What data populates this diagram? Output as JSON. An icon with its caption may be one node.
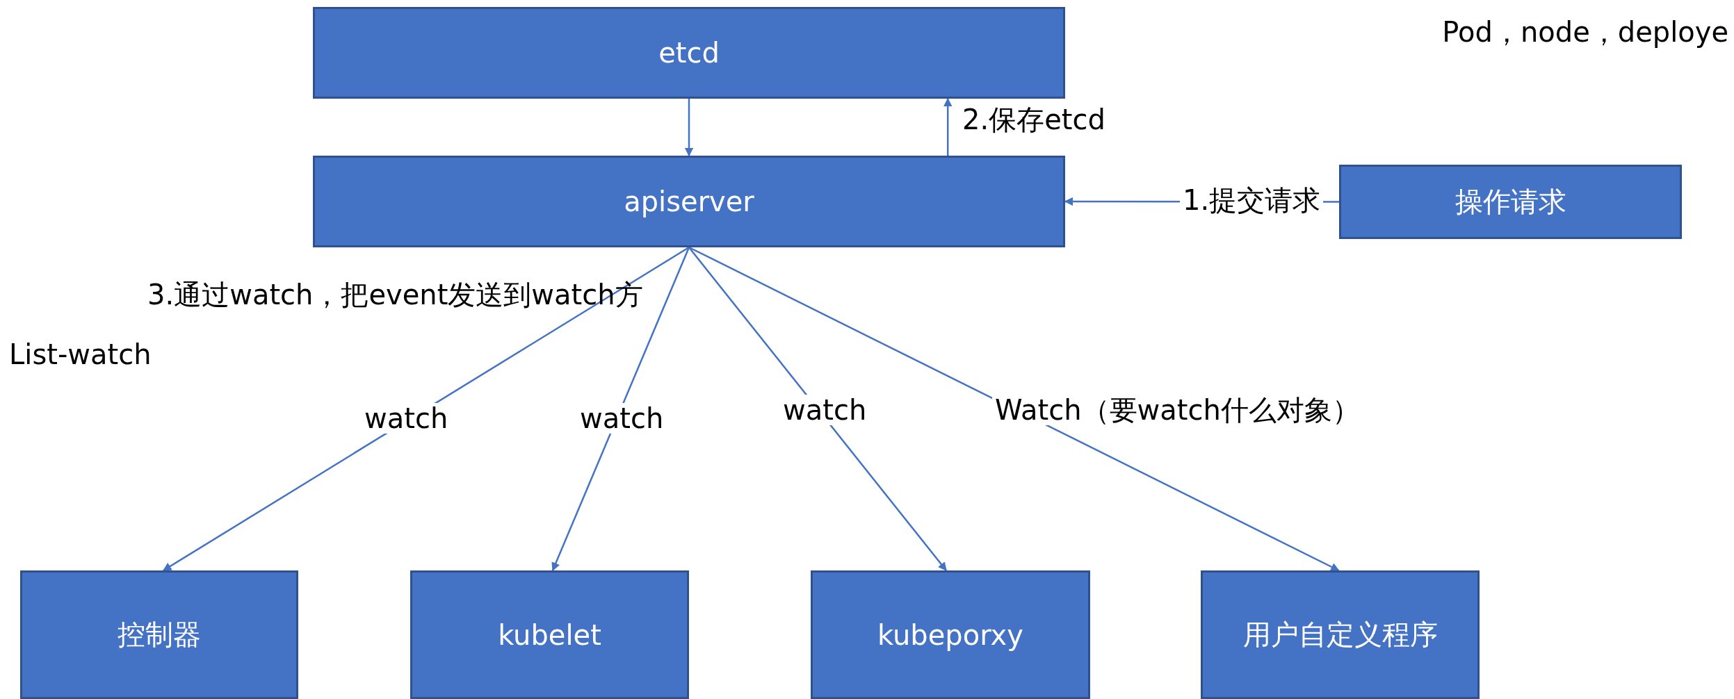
{
  "diagram": {
    "nodes": [
      {
        "text": [
          "etcd"
        ]
      },
      {
        "text": [
          "apiserver"
        ]
      },
      {
        "text": [
          "操作请求"
        ]
      },
      {
        "text": [
          "控制器"
        ]
      },
      {
        "text": [
          "kubelet"
        ]
      },
      {
        "text": [
          "kubeporxy"
        ]
      },
      {
        "text": [
          "用户自定义程序"
        ]
      }
    ],
    "edges": [
      {
        "from": 0,
        "to": 1,
        "arrow": "to"
      },
      {
        "from": 1,
        "to": 0,
        "arrow": "to",
        "label": "2.保存etcd"
      },
      {
        "from": 2,
        "to": 1,
        "arrow": "to",
        "label": "1.提交请求"
      },
      {
        "from": 1,
        "to": 3,
        "arrow": "to",
        "label": "watch"
      },
      {
        "from": 1,
        "to": 4,
        "arrow": "to",
        "label": "watch"
      },
      {
        "from": 1,
        "to": 5,
        "arrow": "to",
        "label": "watch"
      },
      {
        "from": 1,
        "to": 6,
        "arrow": "to",
        "label": "Watch（要watch什么对象）"
      }
    ],
    "labels": [
      "Pod，node，deploye",
      "3.通过watch，把event发送到watch方",
      "List-watch"
    ]
  }
}
